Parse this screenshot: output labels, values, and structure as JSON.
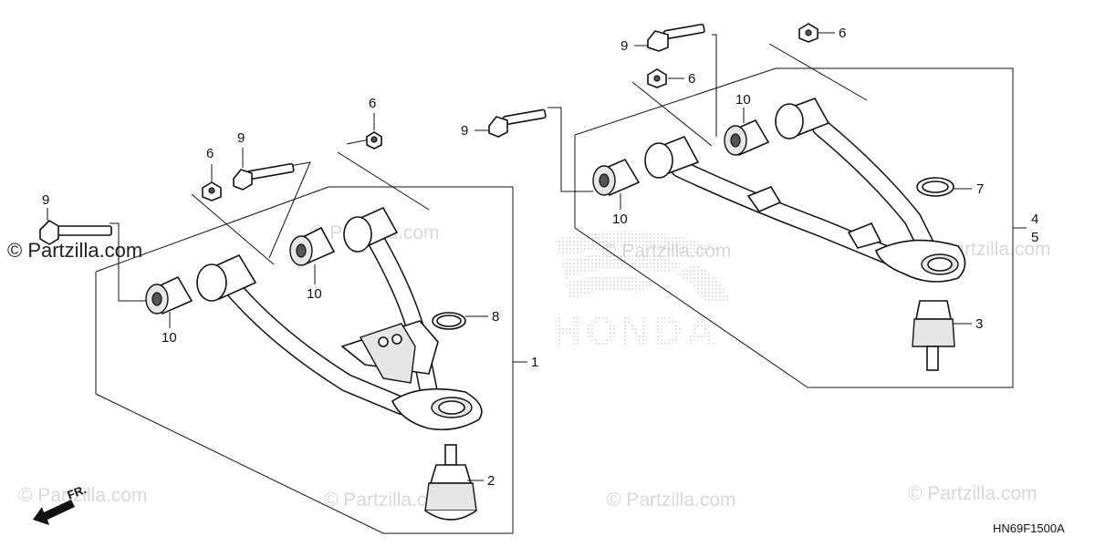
{
  "watermark": {
    "brand": "© Partzilla.com",
    "logo_text": "HONDA"
  },
  "diagram_code": "HN69F1500A",
  "front_indicator": "FR.",
  "callouts": [
    {
      "id": "c1",
      "text": "1"
    },
    {
      "id": "c2",
      "text": "2"
    },
    {
      "id": "c3",
      "text": "3"
    },
    {
      "id": "c4",
      "text": "4"
    },
    {
      "id": "c5",
      "text": "5"
    },
    {
      "id": "c6a",
      "text": "6"
    },
    {
      "id": "c6b",
      "text": "6"
    },
    {
      "id": "c6c",
      "text": "6"
    },
    {
      "id": "c6d",
      "text": "6"
    },
    {
      "id": "c7",
      "text": "7"
    },
    {
      "id": "c8",
      "text": "8"
    },
    {
      "id": "c9a",
      "text": "9"
    },
    {
      "id": "c9b",
      "text": "9"
    },
    {
      "id": "c9c",
      "text": "9"
    },
    {
      "id": "c9d",
      "text": "9"
    },
    {
      "id": "c10a",
      "text": "10"
    },
    {
      "id": "c10b",
      "text": "10"
    },
    {
      "id": "c10c",
      "text": "10"
    },
    {
      "id": "c10d",
      "text": "10"
    }
  ]
}
